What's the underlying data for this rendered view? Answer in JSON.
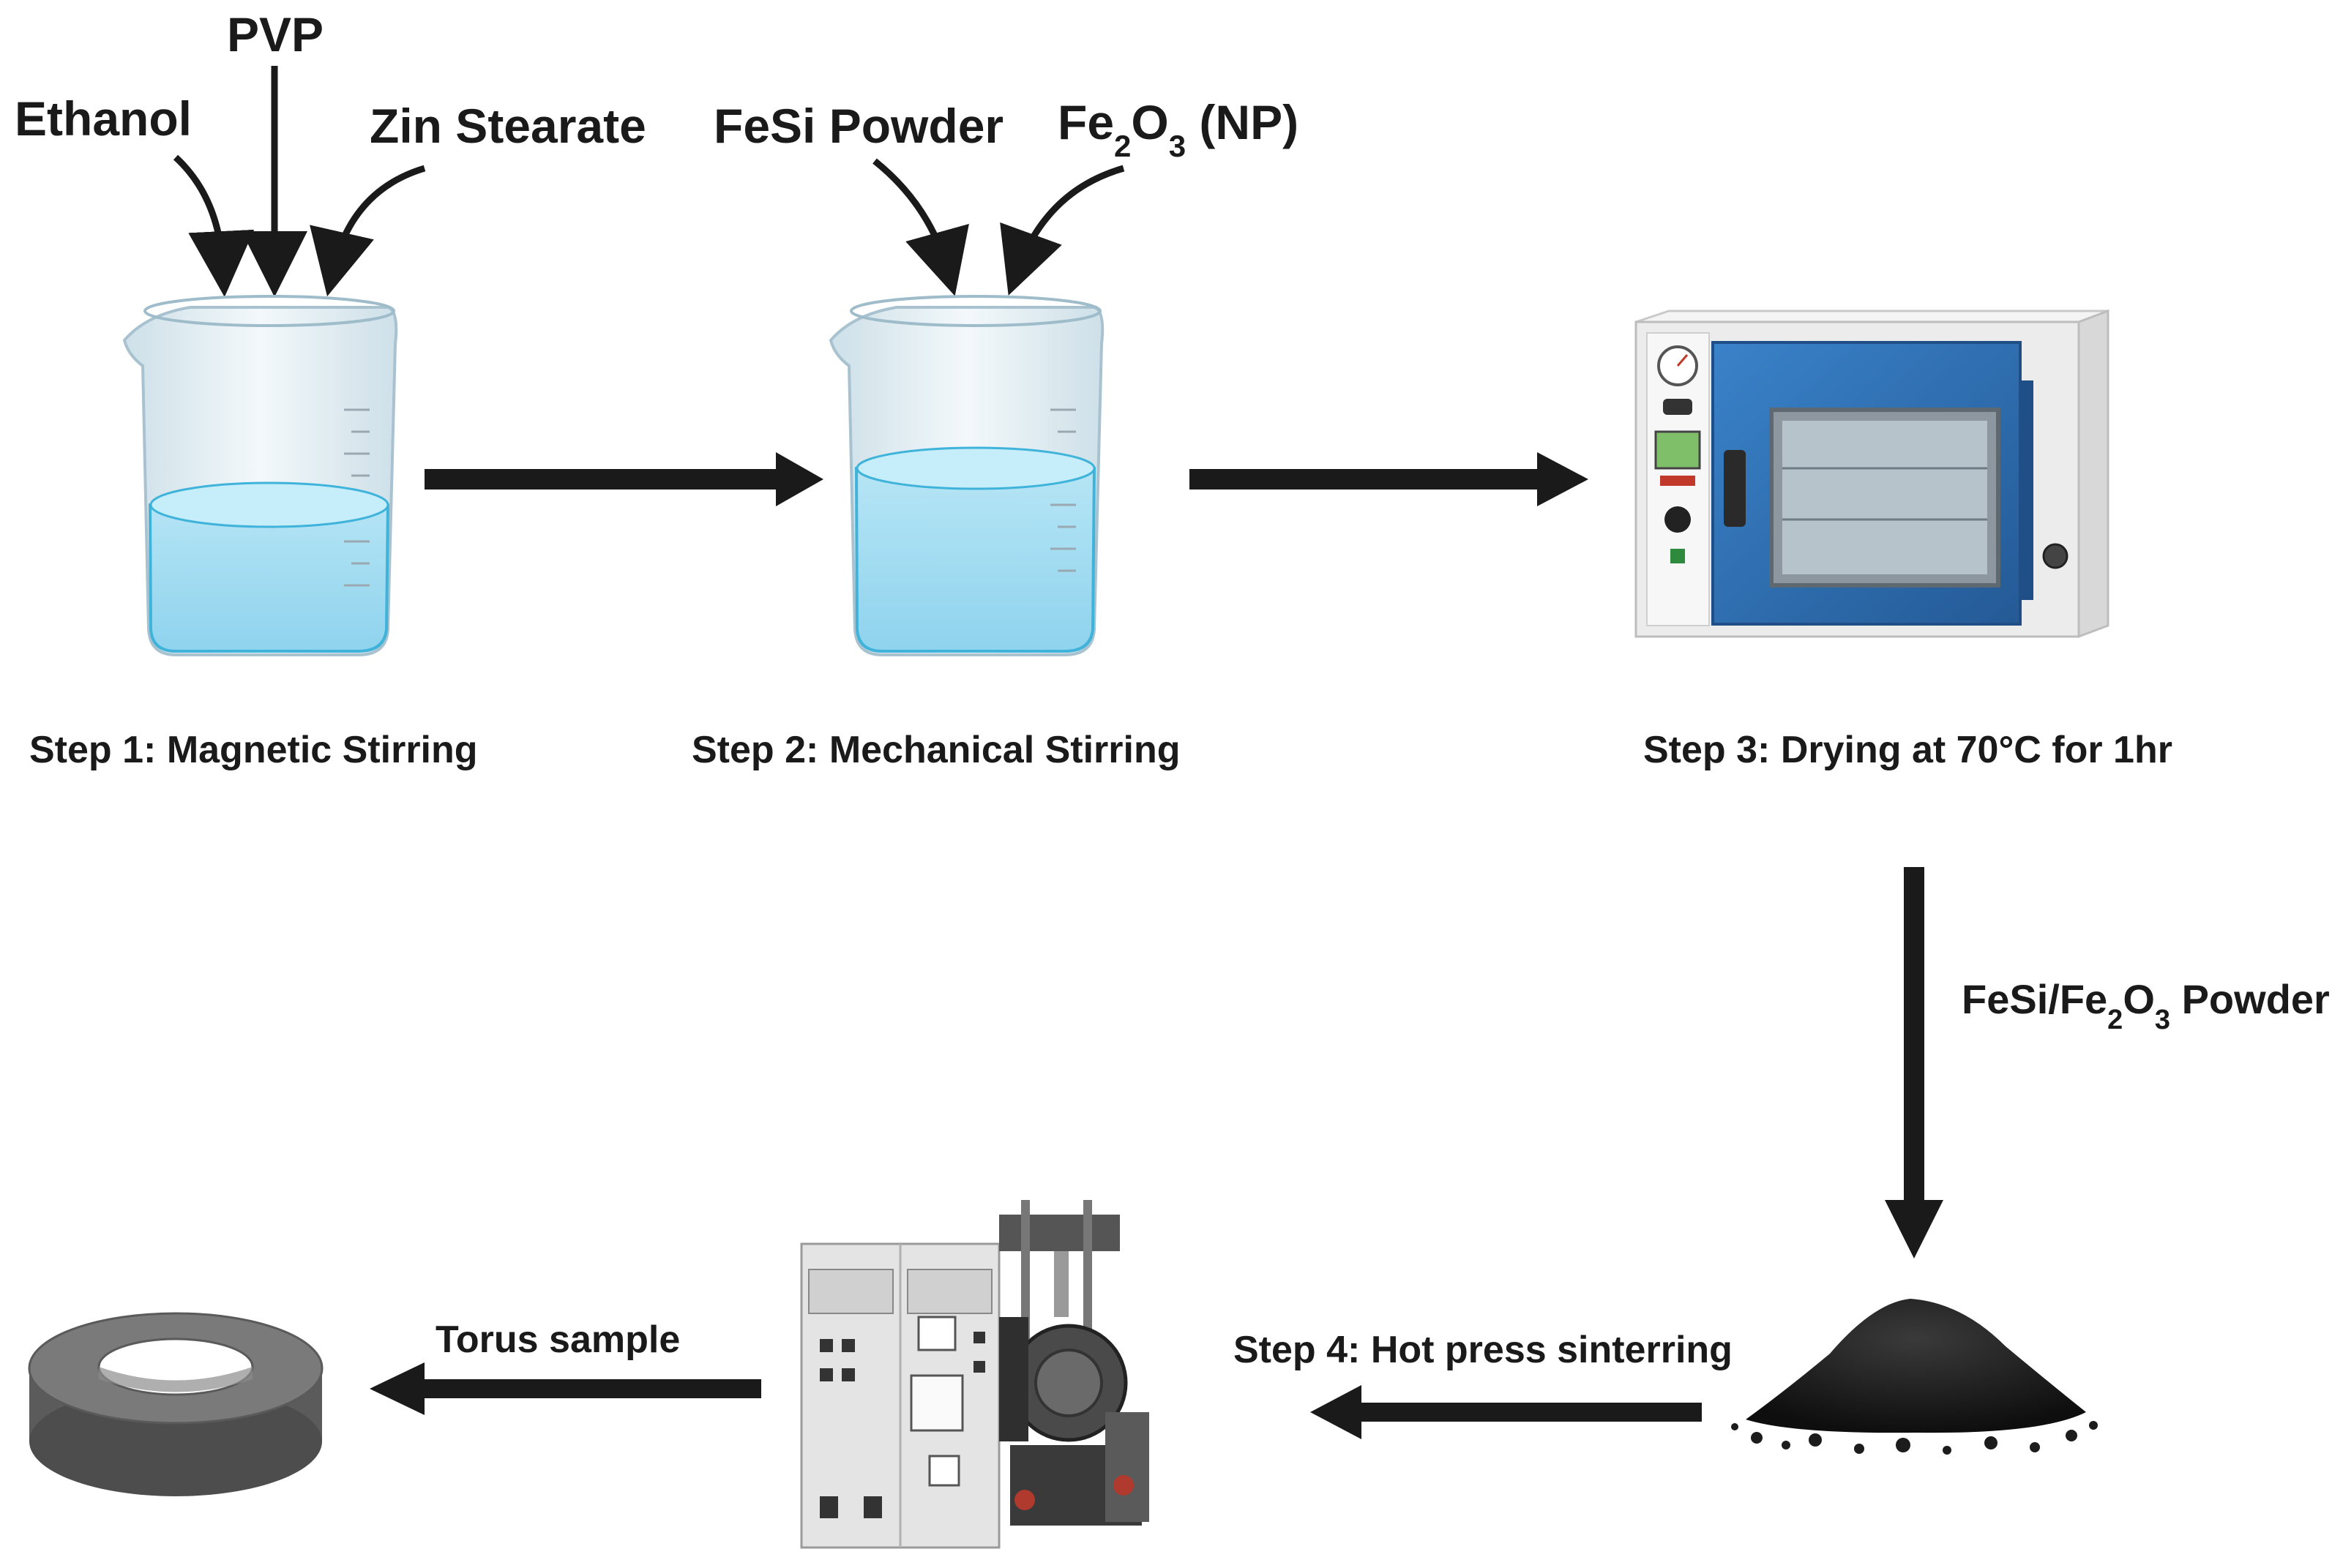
{
  "inputs": {
    "ethanol": "Ethanol",
    "pvp": "PVP",
    "zinc_stearate": "Zin Stearate",
    "fesi_powder": "FeSi Powder",
    "fe2o3_np": {
      "base": "Fe",
      "sub1": "2",
      "mid": "O",
      "sub2": "3",
      "suffix": " (NP)"
    }
  },
  "steps": {
    "step1": "Step 1: Magnetic Stirring",
    "step2": "Step 2: Mechanical Stirring",
    "step3": "Step 3: Drying at 70°C for 1hr",
    "step4": "Step 4: Hot press sinterring"
  },
  "powder_label": {
    "base": "FeSi/Fe",
    "sub1": "2",
    "mid": "O",
    "sub2": "3",
    "suffix": " Powder"
  },
  "output_label": "Torus sample",
  "colors": {
    "arrow": "#1a1a1a",
    "liquid": "#9fdcf0",
    "liquid_edge": "#3fb3da",
    "glass": "#dcebf2",
    "oven_body": "#e9e9e9",
    "oven_door": "#2e6fb5",
    "powder": "#1c1c1c",
    "torus": "#6f6f6f",
    "machine": "#e4e4e4"
  }
}
